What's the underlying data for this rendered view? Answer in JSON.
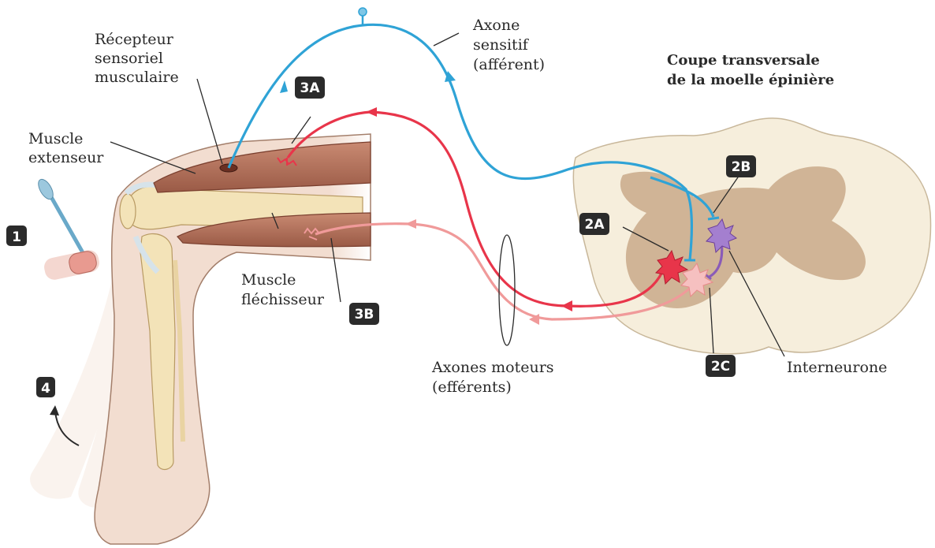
{
  "labels": {
    "recepteur_l1": "Récepteur",
    "recepteur_l2": "sensoriel",
    "recepteur_l3": "musculaire",
    "muscle_ext_l1": "Muscle",
    "muscle_ext_l2": "extenseur",
    "axone_sens_l1": "Axone",
    "axone_sens_l2": "sensitif",
    "axone_sens_l3": "(afférent)",
    "coupe_l1": "Coupe transversale",
    "coupe_l2": "de la moelle épinière",
    "muscle_flech_l1": "Muscle",
    "muscle_flech_l2": "fléchisseur",
    "axones_mot_l1": "Axones moteurs",
    "axones_mot_l2": "(efférents)",
    "interneurone": "Interneurone"
  },
  "badges": {
    "b1": "1",
    "b2a": "2A",
    "b2b": "2B",
    "b2c": "2C",
    "b3a": "3A",
    "b3b": "3B",
    "b4": "4"
  },
  "colors": {
    "sensory": "#2fa3d6",
    "motor_ext": "#e8354a",
    "motor_flex": "#f09a9a",
    "interneuron": "#8a5bb8",
    "skin": "#f2ddd0",
    "cord_white": "#f6eedc",
    "cord_gray": "#c9a98a",
    "muscle": "#b0705a",
    "bone": "#f3e3b8",
    "badge": "#2b2b2b"
  }
}
